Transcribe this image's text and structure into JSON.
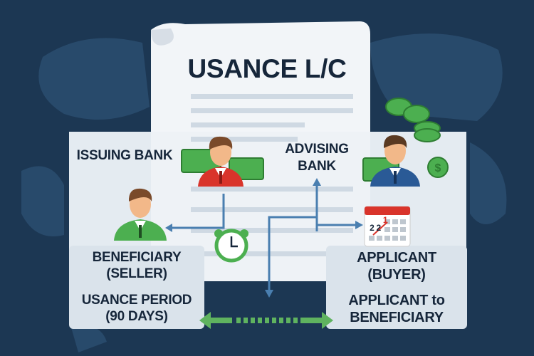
{
  "title": "USANCE L/C",
  "labels": {
    "issuing_bank": "ISSUING BANK",
    "advising_bank_line1": "ADVISING",
    "advising_bank_line2": "BANK",
    "beneficiary_line1": "BENEFICIARY",
    "beneficiary_line2": "(SELLER)",
    "usance_line1": "USANCE PERIOD",
    "usance_line2": "(90 DAYS)",
    "applicant_line1": "APPLICANT",
    "applicant_line2": "(BUYER)",
    "direction_line1": "APPLICANT to",
    "direction_line2": "BENEFICIARY"
  },
  "calendar": {
    "marked_day": "1",
    "days_text": "2 2"
  },
  "icons": [
    "world-map",
    "document",
    "person-red-suit",
    "person-blue-suit",
    "person-green-suit",
    "money-bills",
    "coin-stack",
    "alarm-clock",
    "calendar",
    "double-arrow"
  ],
  "colors": {
    "background": "#1c3753",
    "panel": "#e4ebf1",
    "accent_green": "#4caf50",
    "arrow_blue": "#4a7fb0",
    "red_suit": "#d9342b",
    "blue_suit": "#2a5a96",
    "text": "#16263a"
  }
}
